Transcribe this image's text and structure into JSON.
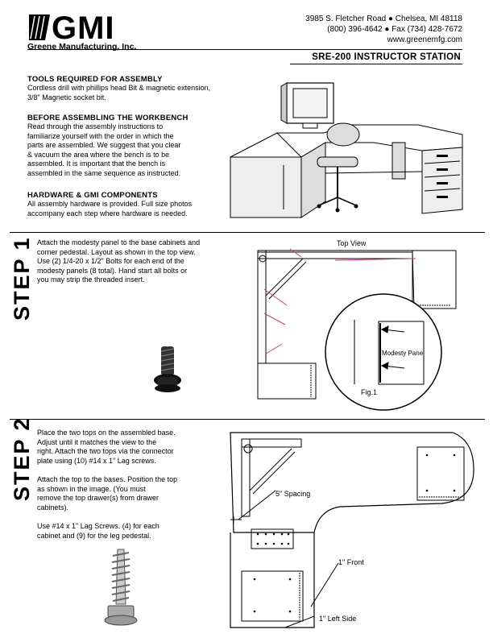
{
  "header": {
    "logo_text": "GMI",
    "logo_subtitle": "Greene Manufacturing, Inc.",
    "address_line": "3985 S. Fletcher Road ● Chelsea, MI  48118",
    "phone_line": "(800) 396-4642 ● Fax (734) 428-7672",
    "website": "www.greenemfg.com",
    "doc_title": "SRE-200 INSTRUCTOR STATION"
  },
  "intro": {
    "tools_heading": "TOOLS REQUIRED FOR ASSEMBLY",
    "tools_text": "Cordless drill with phillips head Bit & magnetic extension,\n3/8\" Magnetic socket bit.",
    "before_heading": "BEFORE ASSEMBLING THE WORKBENCH",
    "before_text": "Read through the assembly instructions to\nfamiliarize yourself with the order in which the\nparts are assembled.  We suggest that you clear\n& vacuum the area where the bench is to be\nassembled.  It is important that the bench is\nassembled in the same sequence as instructed.",
    "hardware_heading": "HARDWARE & GMI COMPONENTS",
    "hardware_text": "All assembly hardware is provided.  Full size photos\naccompany each step where hardware is needed."
  },
  "step1": {
    "label": "STEP 1",
    "text": "Attach the modesty panel to the base cabinets and\ncorner pedestal.  Layout as shown in the top view.\nUse (2) 1/4-20 x 1/2\" Bolts for each end of the\nmodesty panels (8 total). Hand start all bolts or\nyou may strip the threaded insert.",
    "diagram_title": "Top View",
    "callout_label": "Modesty Panel",
    "figure_label": "Fig.1"
  },
  "step2": {
    "label": "STEP 2",
    "text": "Place the two tops on the assembled base.\nAdjust until it matches the view to the\nright.  Attach the two tops via the connector\nplate using (10) #14 x 1\" Lag screws.\n\nAttach the top to the bases.  Position the top\nas shown in the image.  (You must\nremove the top drawer(s) from drawer\ncabinets).\n\nUse #14 x 1\" Lag Screws. (4) for each\ncabinet and (9) for the leg pedestal.",
    "spacing_label": "5\" Spacing",
    "front_label": "1\" Front",
    "left_side_label": "1\" Left Side"
  }
}
